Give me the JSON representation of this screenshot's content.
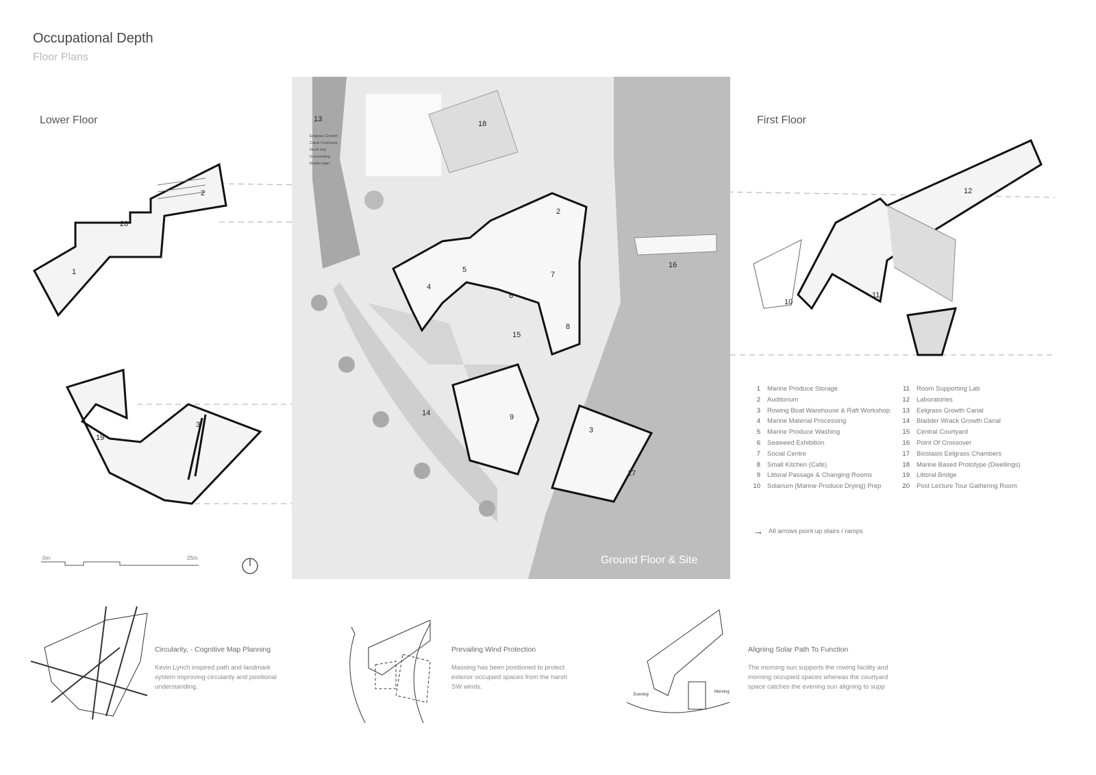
{
  "header": {
    "title": "Occupational Depth",
    "subtitle": "Floor Plans"
  },
  "floors": {
    "lower": "Lower Floor",
    "first": "First Floor",
    "ground": "Ground Floor & Site"
  },
  "site_labels": [
    "13",
    "18",
    "2",
    "4",
    "5",
    "6",
    "7",
    "8",
    "15",
    "16",
    "14",
    "9",
    "3",
    "17"
  ],
  "canal_note": [
    "Eelgrass Growth",
    "Canal Continues",
    "North Into",
    "Surrounding",
    "Master-plan"
  ],
  "lower_labels": [
    "1",
    "2",
    "20",
    "3",
    "19"
  ],
  "first_labels": [
    "12",
    "10",
    "11"
  ],
  "legend": [
    {
      "n": "1",
      "t": "Marine Produce Storage"
    },
    {
      "n": "2",
      "t": "Auditorium"
    },
    {
      "n": "3",
      "t": "Rowing Boat Warehouse & Raft Workshop"
    },
    {
      "n": "4",
      "t": "Marine Material Processing"
    },
    {
      "n": "5",
      "t": "Marine Produce Washing"
    },
    {
      "n": "6",
      "t": "Seaweed Exhibition"
    },
    {
      "n": "7",
      "t": "Social Centre"
    },
    {
      "n": "8",
      "t": "Small Kitchen (Cafe)"
    },
    {
      "n": "9",
      "t": "Littoral Passage & Changing Rooms"
    },
    {
      "n": "10",
      "t": "Solarium (Marine Produce Drying) Prep"
    },
    {
      "n": "11",
      "t": "Room Supporting Lab"
    },
    {
      "n": "12",
      "t": "Laboratories"
    },
    {
      "n": "13",
      "t": "Eelgrass Growth Canal"
    },
    {
      "n": "14",
      "t": "Bladder Wrack Growth Canal"
    },
    {
      "n": "15",
      "t": "Central Courtyard"
    },
    {
      "n": "16",
      "t": "Point Of Crossover"
    },
    {
      "n": "17",
      "t": "Biostasis Eelgrass Chambers"
    },
    {
      "n": "18",
      "t": "Marine Based Prototype (Dwellings)"
    },
    {
      "n": "19",
      "t": "Littoral Bridge"
    },
    {
      "n": "20",
      "t": "Post Lecture Tour Gathering Room"
    }
  ],
  "arrow_note": "All arrows point up stairs / ramps",
  "scale": {
    "start": "0m",
    "end": "25m"
  },
  "diagrams": [
    {
      "title": "Circularity, - Cognitive Map Planning",
      "body": "Kevin Lynch inspired path and landmark system improving circularity and positional understanding."
    },
    {
      "title": "Prevailing Wind Protection",
      "body": "Massing has been positioned to protect exterior occupied spaces from the harsh SW winds."
    },
    {
      "title": "Aligning Solar Path To Function",
      "body": "The morning sun supports the rowing facility and morning occupied spaces whereas the courtyard space catches the evening sun aligning to supp"
    }
  ],
  "sun_labels": [
    "Evening",
    "Morning"
  ]
}
